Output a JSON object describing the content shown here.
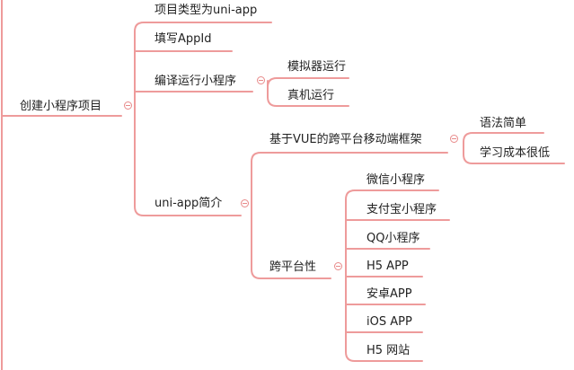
{
  "colors": {
    "line": "#ee9b9b",
    "toggle": "#e88a8a",
    "text": "#222222"
  },
  "mindmap": {
    "root": "创建小程序项目",
    "branches": {
      "project_type": "项目类型为uni-app",
      "fill_appid": "填写AppId",
      "compile": {
        "label": "编译运行小程序",
        "children": [
          "模拟器运行",
          "真机运行"
        ]
      },
      "intro": {
        "label": "uni-app简介",
        "framework": {
          "label": "基于VUE的跨平台移动端框架",
          "children": [
            "语法简单",
            "学习成本很低"
          ]
        },
        "cross_platform": {
          "label": "跨平台性",
          "children": [
            "微信小程序",
            "支付宝小程序",
            "QQ小程序",
            "H5 APP",
            "安卓APP",
            "iOS APP",
            "H5 网站"
          ]
        }
      }
    }
  }
}
